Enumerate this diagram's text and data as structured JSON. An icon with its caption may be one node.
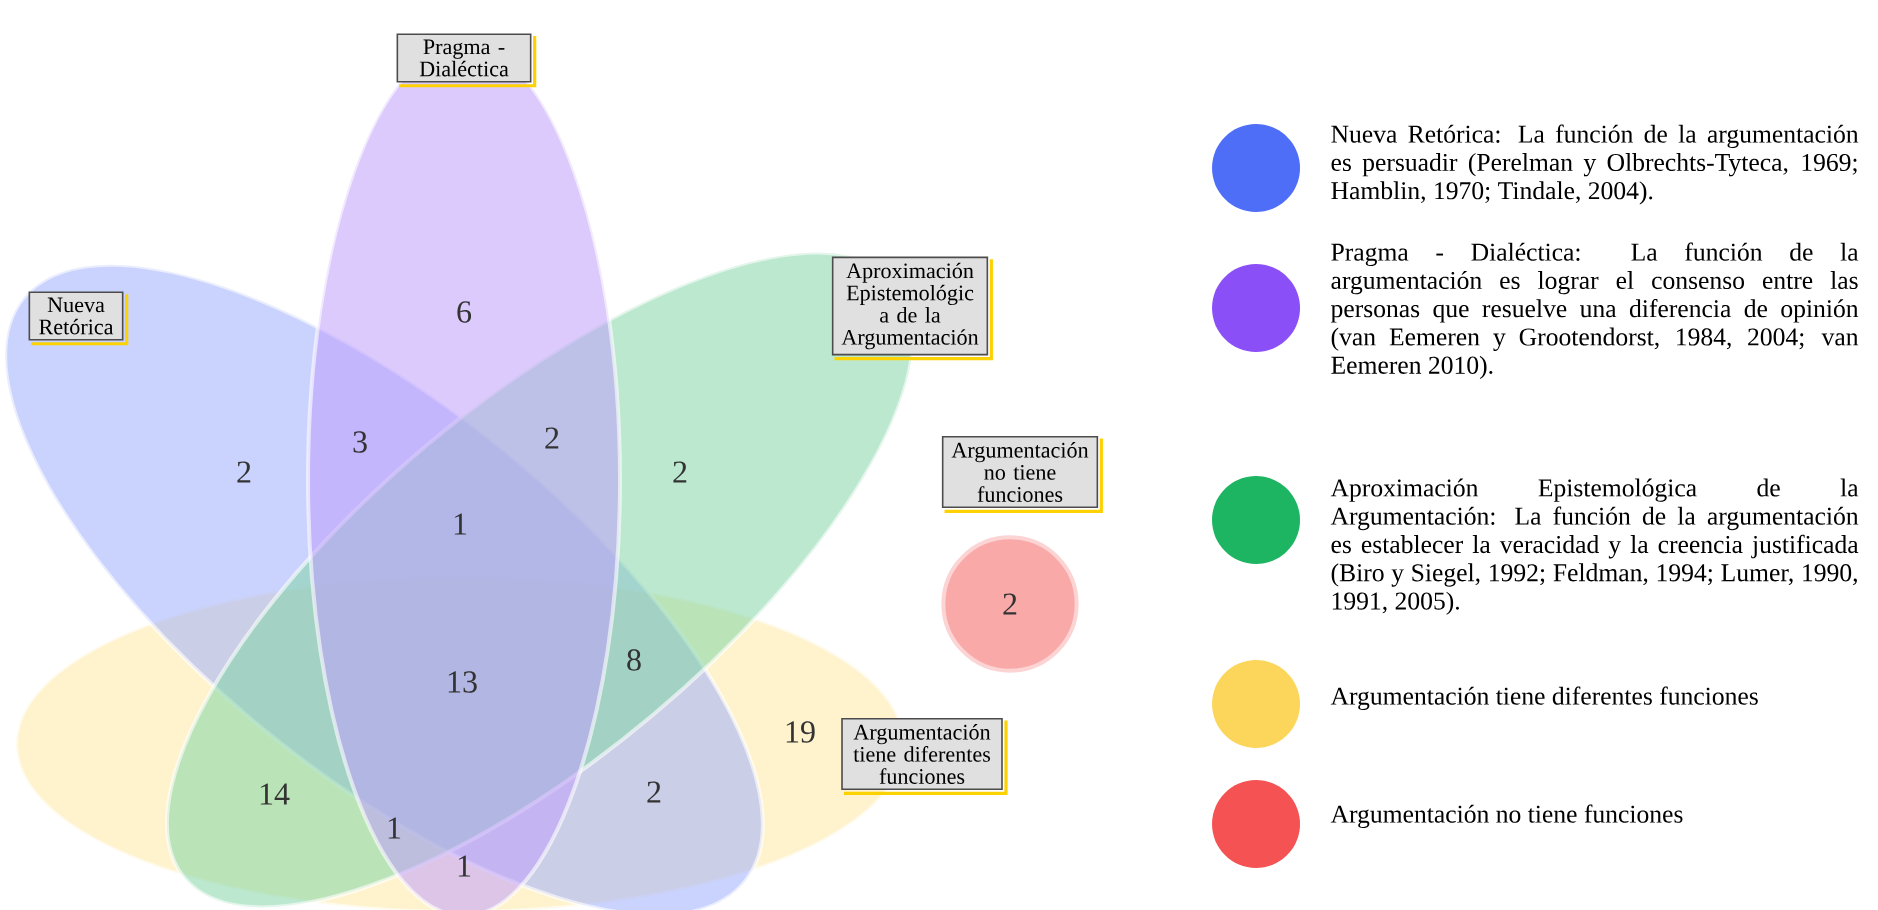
{
  "diagram": {
    "nodes": [
      {
        "text": [
          "Pragma - Dialéctica"
        ]
      },
      {
        "text": [
          "Nueva Retórica"
        ]
      },
      {
        "text": [
          "Aproximación Epistemológic a de la Argumentación"
        ]
      },
      {
        "text": [
          "Argumentación no tiene funciones"
        ]
      },
      {
        "text": [
          "2"
        ]
      },
      {
        "text": [
          "Argumentación tiene diferentes funciones"
        ]
      }
    ],
    "labels": [
      "6",
      "2",
      "3",
      "2",
      "2",
      "1",
      "13",
      "8",
      "19",
      "14",
      "1",
      "2",
      "1"
    ],
    "legend": [
      {
        "text": "Nueva Retórica: La función de la argumentación es persuadir (Perelman y Olbrechts-Tyteca, 1969; Hamblin, 1970; Tindale, 2004).",
        "color": "#4f6ef7"
      },
      {
        "text": "Pragma - Dialéctica: La función de la argumentación es lograr el consenso entre las personas que resuelve una diferencia de opinión (van Eemeren y Grootendorst, 1984, 2004; van Eemeren 2010).",
        "color": "#8a4ff7"
      },
      {
        "text": "Aproximación Epistemológica de la Argumentación: La función de la argumentación es establecer la veracidad y la creencia justificada (Biro y Siegel, 1992; Feldman, 1994; Lumer, 1990, 1991, 2005).",
        "color": "#1db561"
      },
      {
        "text": "Argumentación tiene diferentes funciones",
        "color": "#fcd65a"
      },
      {
        "text": "Argumentación no tiene funciones",
        "color": "#f55353"
      }
    ]
  }
}
